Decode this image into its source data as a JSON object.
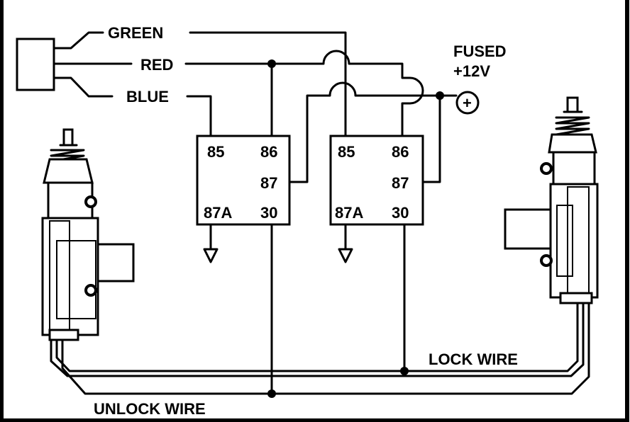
{
  "wires": {
    "green": "GREEN",
    "red": "RED",
    "blue": "BLUE",
    "lock": "LOCK WIRE",
    "unlock": "UNLOCK WIRE"
  },
  "power": {
    "line1": "FUSED",
    "line2": "+12V",
    "symbol": "+"
  },
  "relay1": {
    "p85": "85",
    "p86": "86",
    "p87": "87",
    "p87a": "87A",
    "p30": "30"
  },
  "relay2": {
    "p85": "85",
    "p86": "86",
    "p87": "87",
    "p87a": "87A",
    "p30": "30"
  },
  "colors": {
    "line": "#000000",
    "background": "#ffffff"
  }
}
